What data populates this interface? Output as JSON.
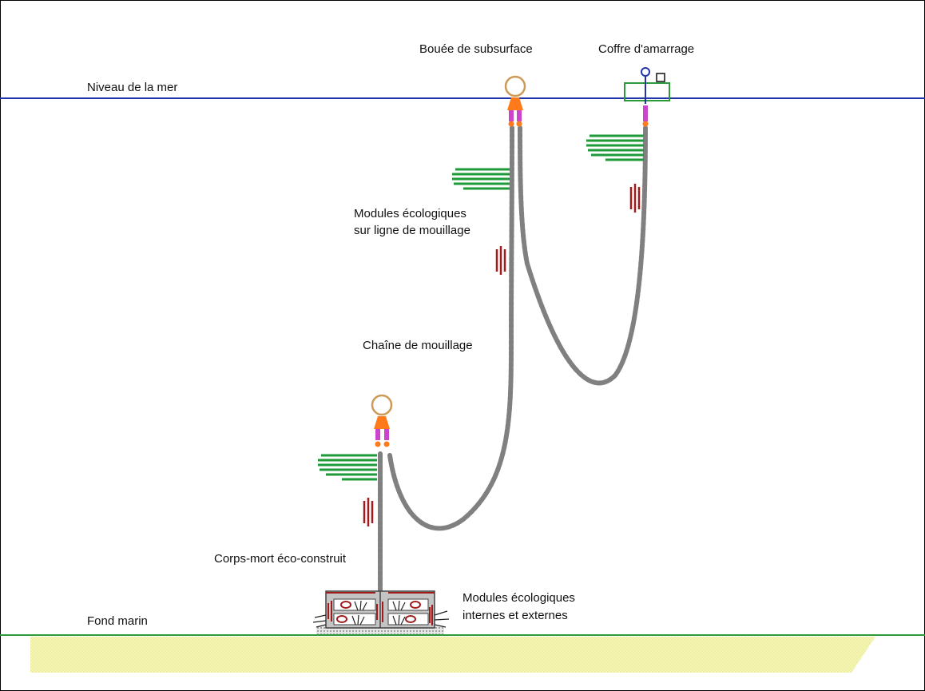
{
  "labels": {
    "sea_level": "Niveau de la mer",
    "sea_floor": "Fond marin",
    "subsurface_buoy": "Bouée de subsurface",
    "mooring_buoy": "Coffre d'amarrage",
    "eco_modules_line": [
      "Modules écologiques",
      "sur ligne de mouillage"
    ],
    "mooring_chain": "Chaîne de mouillage",
    "eco_block": "Corps-mort éco-construit",
    "eco_modules_internal": [
      "Modules écologiques",
      "internes et externes"
    ]
  },
  "colors": {
    "sea_line": "#2233aa",
    "floor_line": "#2a9a3a",
    "sediment": "#f2f2a6",
    "chain": "#777777",
    "buoy": "#cc9a55",
    "shackle": "#ff7a1a",
    "swivel": "#cc44cc",
    "algae": "#1f9a3a",
    "module_red": "#a01c1c"
  }
}
